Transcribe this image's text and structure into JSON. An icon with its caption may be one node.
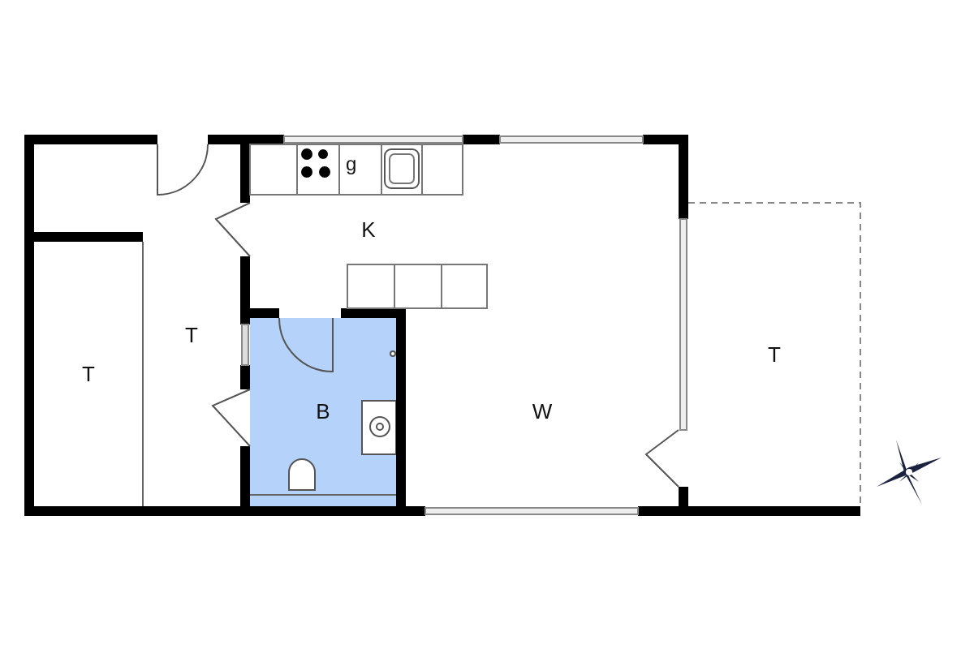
{
  "diagram": {
    "nodes": [
      {
        "text": [
          "T"
        ]
      },
      {
        "text": [
          "T"
        ]
      },
      {
        "text": [
          "K"
        ]
      },
      {
        "text": [
          "B"
        ]
      },
      {
        "text": [
          "W"
        ]
      },
      {
        "text": [
          "T"
        ]
      }
    ],
    "labels": [
      "g"
    ]
  }
}
